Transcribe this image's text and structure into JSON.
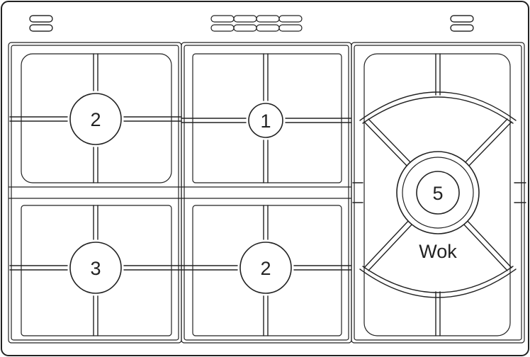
{
  "colors": {
    "line": "#222222",
    "background": "#ffffff"
  },
  "burners": [
    {
      "id": "front-left",
      "label": "2"
    },
    {
      "id": "front-middle",
      "label": "1"
    },
    {
      "id": "back-left",
      "label": "3"
    },
    {
      "id": "back-middle",
      "label": "2"
    },
    {
      "id": "wok",
      "label": "5"
    }
  ],
  "wok_label": "Wok",
  "indicator_groups": [
    {
      "id": "left-indicators",
      "count": 2
    },
    {
      "id": "middle-indicators",
      "count": 4
    },
    {
      "id": "right-indicators",
      "count": 2
    }
  ]
}
